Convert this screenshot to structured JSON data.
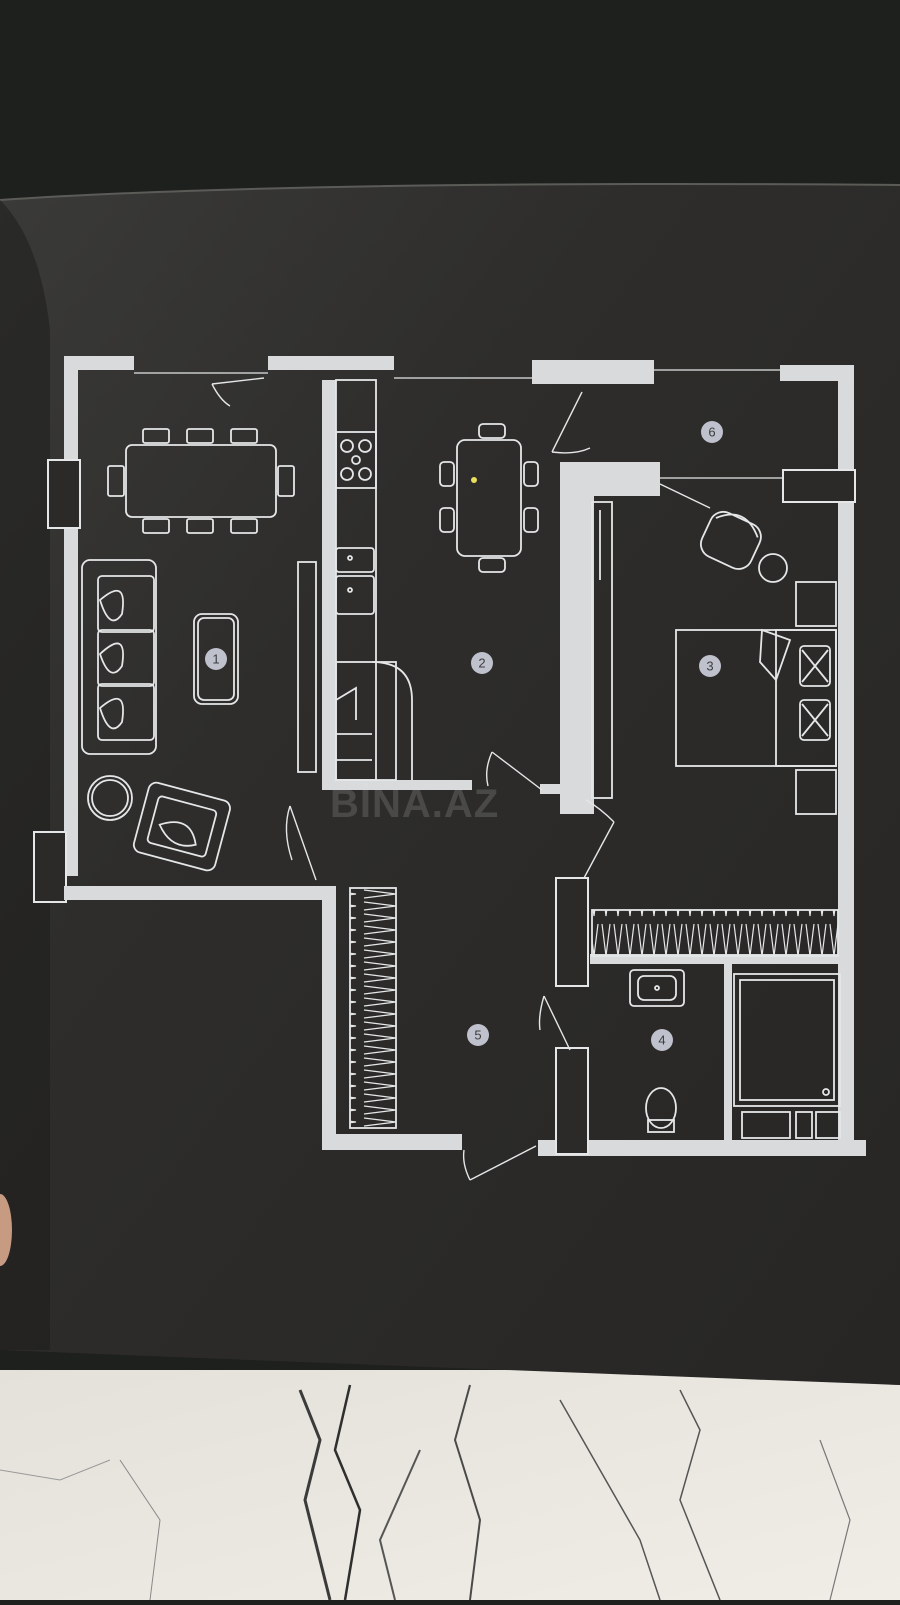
{
  "watermark": "BİNA.AZ",
  "rooms": [
    {
      "id": "room-1",
      "label": "1"
    },
    {
      "id": "room-2",
      "label": "2"
    },
    {
      "id": "room-3",
      "label": "3"
    },
    {
      "id": "room-4",
      "label": "4"
    },
    {
      "id": "room-5",
      "label": "5"
    },
    {
      "id": "room-6",
      "label": "6"
    }
  ],
  "colors": {
    "page": "#2b2a29",
    "wall": "#d8dadc",
    "outline": "#e4e6e8",
    "marble": "#e9e6df"
  }
}
